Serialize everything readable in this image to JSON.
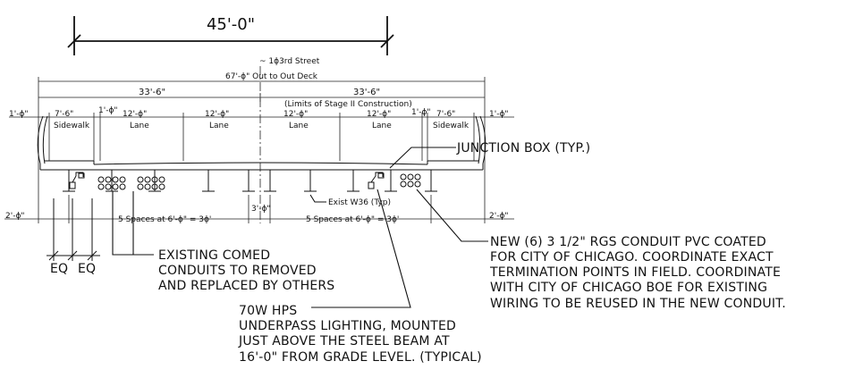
{
  "dimensions": {
    "top_span": "45'-0\"",
    "street": "~ 1ϕ3rd Street",
    "deck_overall": "67'-ϕ\" Out to Out Deck",
    "half_left": "33'-6\"",
    "half_right": "33'-6\"",
    "stage_limits": "(Limits of Stage II Construction)",
    "edge_left": "1'-ϕ\"",
    "edge_right": "1'-ϕ\"",
    "sidewalk_left_width": "7'-6\"",
    "sidewalk_right_width": "7'-6\"",
    "curb_left": "1'-ϕ\"",
    "curb_right": "1'-ϕ\"",
    "lane_width_1": "12'-ϕ\"",
    "lane_width_2": "12'-ϕ\"",
    "lane_width_3": "12'-ϕ\"",
    "lane_width_4": "12'-ϕ\"",
    "sidewalk_label_left": "Sidewalk",
    "sidewalk_label_right": "Sidewalk",
    "lane_label_1": "Lane",
    "lane_label_2": "Lane",
    "lane_label_3": "Lane",
    "lane_label_4": "Lane",
    "overhang_left": "2'-ϕ\"",
    "overhang_right": "2'-ϕ\"",
    "spaces_left": "5 Spaces at 6'-ϕ\" = 3ϕ'",
    "spaces_right": "5 Spaces at 6'-ϕ\" = 3ϕ'",
    "center_gap": "3'-ϕ\"",
    "beam_label": "Exist W36 (Typ)",
    "eq_1": "EQ",
    "eq_2": "EQ"
  },
  "notes": {
    "junction_box": "JUNCTION BOX (TYP.)",
    "existing_comed": [
      "EXISTING COMED",
      "CONDUITS TO REMOVED",
      "AND REPLACED BY OTHERS"
    ],
    "new_conduit": [
      "NEW (6) 3 1/2\" RGS CONDUIT PVC COATED",
      "FOR CITY OF CHICAGO. COORDINATE EXACT",
      "TERMINATION POINTS IN FIELD. COORDINATE",
      "WITH CITY OF CHICAGO BOE FOR EXISTING",
      "WIRING TO BE REUSED IN THE NEW CONDUIT."
    ],
    "lighting": [
      "70W HPS",
      "UNDERPASS LIGHTING, MOUNTED",
      "JUST ABOVE THE STEEL BEAM AT",
      "16'-0\" FROM GRADE LEVEL. (TYPICAL)"
    ]
  }
}
